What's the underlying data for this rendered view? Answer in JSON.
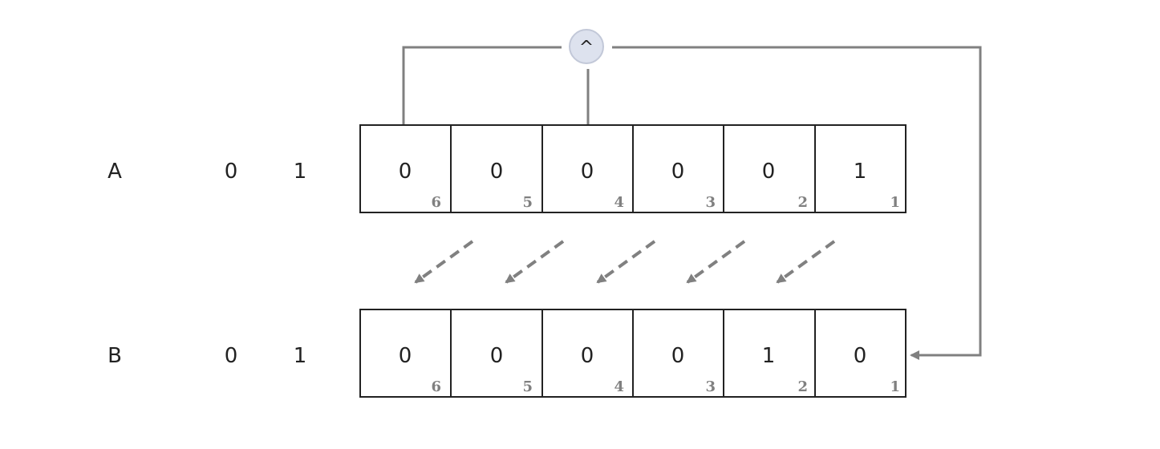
{
  "register_a": {
    "label": "A",
    "prefix": [
      "0",
      "1"
    ],
    "cells": [
      {
        "value": "0",
        "index": "6"
      },
      {
        "value": "0",
        "index": "5"
      },
      {
        "value": "0",
        "index": "4"
      },
      {
        "value": "0",
        "index": "3"
      },
      {
        "value": "0",
        "index": "2"
      },
      {
        "value": "1",
        "index": "1"
      }
    ]
  },
  "register_b": {
    "label": "B",
    "prefix": [
      "0",
      "1"
    ],
    "cells": [
      {
        "value": "0",
        "index": "6"
      },
      {
        "value": "0",
        "index": "5"
      },
      {
        "value": "0",
        "index": "4"
      },
      {
        "value": "0",
        "index": "3"
      },
      {
        "value": "1",
        "index": "2"
      },
      {
        "value": "0",
        "index": "1"
      }
    ]
  },
  "operator": {
    "symbol": "^"
  },
  "shift_arrows": 5,
  "colors": {
    "line": "#808080",
    "operator_fill": "#dde2ee",
    "operator_stroke": "#c2c8d8",
    "border": "#222222",
    "index_text": "#808080"
  }
}
